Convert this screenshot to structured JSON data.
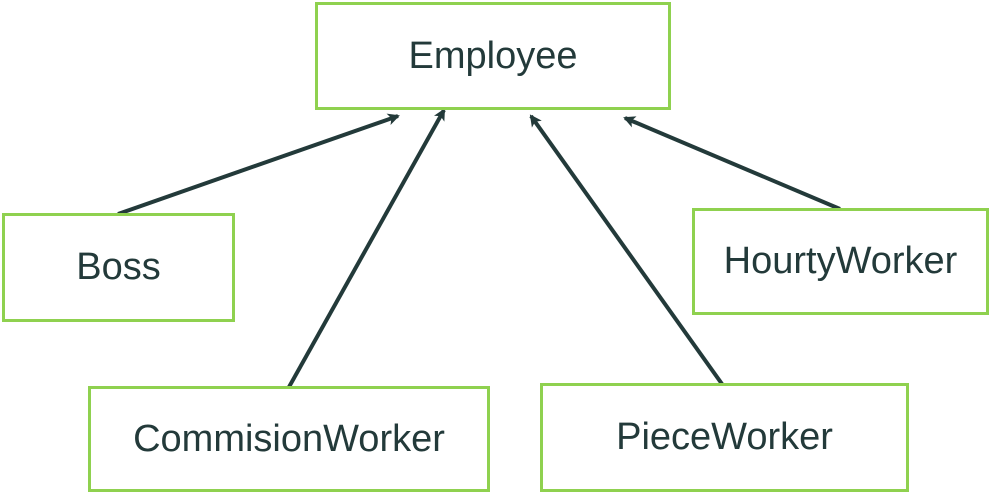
{
  "diagram": {
    "type": "inheritance",
    "colors": {
      "box_border": "#8fd14f",
      "text": "#233a3a",
      "arrow": "#233a3a"
    },
    "parent": {
      "id": "employee",
      "label": "Employee"
    },
    "children": [
      {
        "id": "boss",
        "label": "Boss"
      },
      {
        "id": "hourly",
        "label": "HourtyWorker"
      },
      {
        "id": "commision",
        "label": "CommisionWorker"
      },
      {
        "id": "piece",
        "label": "PieceWorker"
      }
    ],
    "edges": [
      {
        "from": "boss",
        "to": "employee"
      },
      {
        "from": "commision",
        "to": "employee"
      },
      {
        "from": "piece",
        "to": "employee"
      },
      {
        "from": "hourly",
        "to": "employee"
      }
    ]
  }
}
